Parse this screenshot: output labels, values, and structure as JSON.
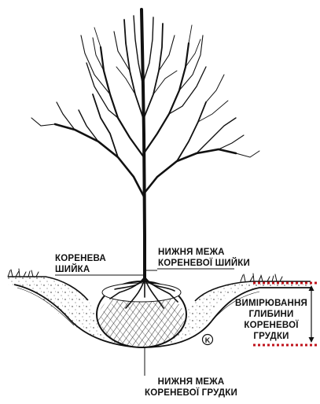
{
  "labels": {
    "root_collar": [
      "КОРЕНЕВА",
      "ШИЙКА"
    ],
    "collar_lower_bound": [
      "НИЖНЯ МЕЖА",
      "КОРЕНЕВОЇ ШИЙКИ"
    ],
    "depth_measure": [
      "ВИМІРЮВАННЯ",
      "ГЛИБИНИ",
      "КОРЕНЕВОЇ",
      "ГРУДКИ"
    ],
    "ball_lower_bound": [
      "НИЖНЯ МЕЖА",
      "КОРЕНЕВОЇ ГРУДКИ"
    ],
    "copyright_mark": "K"
  },
  "colors": {
    "ink": "#111111",
    "measure_dots": "#c0141c",
    "soil_fill": "#ffffff"
  },
  "icons": [
    "copyright-k-icon"
  ]
}
